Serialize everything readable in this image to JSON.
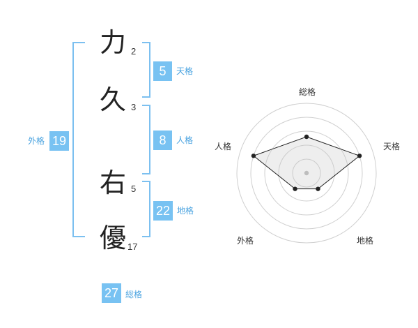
{
  "name_chars": [
    {
      "char": "力",
      "strokes": "2"
    },
    {
      "char": "久",
      "strokes": "3"
    },
    {
      "char": "右",
      "strokes": "5"
    },
    {
      "char": "優",
      "strokes": "17"
    }
  ],
  "fortunes": {
    "tenkaku": {
      "value": "5",
      "label": "天格"
    },
    "jinkaku": {
      "value": "8",
      "label": "人格"
    },
    "chikaku": {
      "value": "22",
      "label": "地格"
    },
    "gaikaku": {
      "value": "19",
      "label": "外格"
    },
    "soukaku": {
      "value": "27",
      "label": "総格"
    }
  },
  "accent_color": "#78c2f2",
  "chart_data": {
    "type": "radar",
    "axes": [
      "総格",
      "天格",
      "地格",
      "外格",
      "人格"
    ],
    "values": [
      2.6,
      4,
      1.4,
      1.4,
      4
    ],
    "max": 5,
    "rings": 5
  }
}
